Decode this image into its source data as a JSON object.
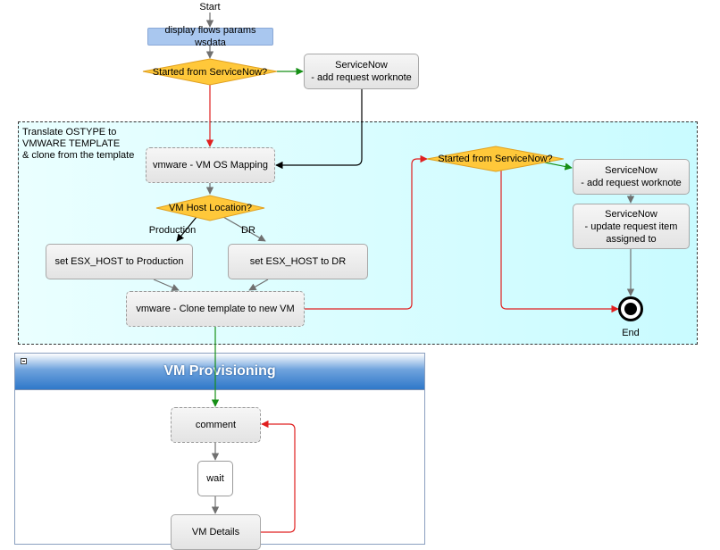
{
  "diagram": {
    "start_label": "Start",
    "end_label": "End",
    "nodes": {
      "display_flows": "display flows params wsdata",
      "started_sn_1": "Started from ServiceNow?",
      "sn_worknote_1": "ServiceNow\n- add request worknote",
      "vm_os_mapping": "vmware - VM OS Mapping",
      "vm_host_location": "VM Host Location?",
      "set_esx_production": "set ESX_HOST to Production",
      "set_esx_dr": "set ESX_HOST to DR",
      "clone_template": "vmware - Clone template to new VM",
      "started_sn_2": "Started from ServiceNow?",
      "sn_worknote_2": "ServiceNow\n- add request worknote",
      "sn_update_item": "ServiceNow\n- update request item\nassigned to",
      "comment": "comment",
      "wait": "wait",
      "vm_details": "VM Details"
    },
    "edge_labels": {
      "production": "Production",
      "dr": "DR"
    },
    "group": {
      "title": "Translate OSTYPE to\nVMWARE TEMPLATE\n& clone from the template"
    },
    "pool": {
      "title": "VM Provisioning"
    },
    "colors": {
      "group_fill": "#d4fdff",
      "diamond_fill": "#ffc83a",
      "diamond_stroke": "#e0a020",
      "edge_green": "#168f16",
      "edge_red": "#e02020",
      "edge_gray": "#707070",
      "edge_black": "#000000",
      "pool_header": "#2f78c9"
    }
  }
}
